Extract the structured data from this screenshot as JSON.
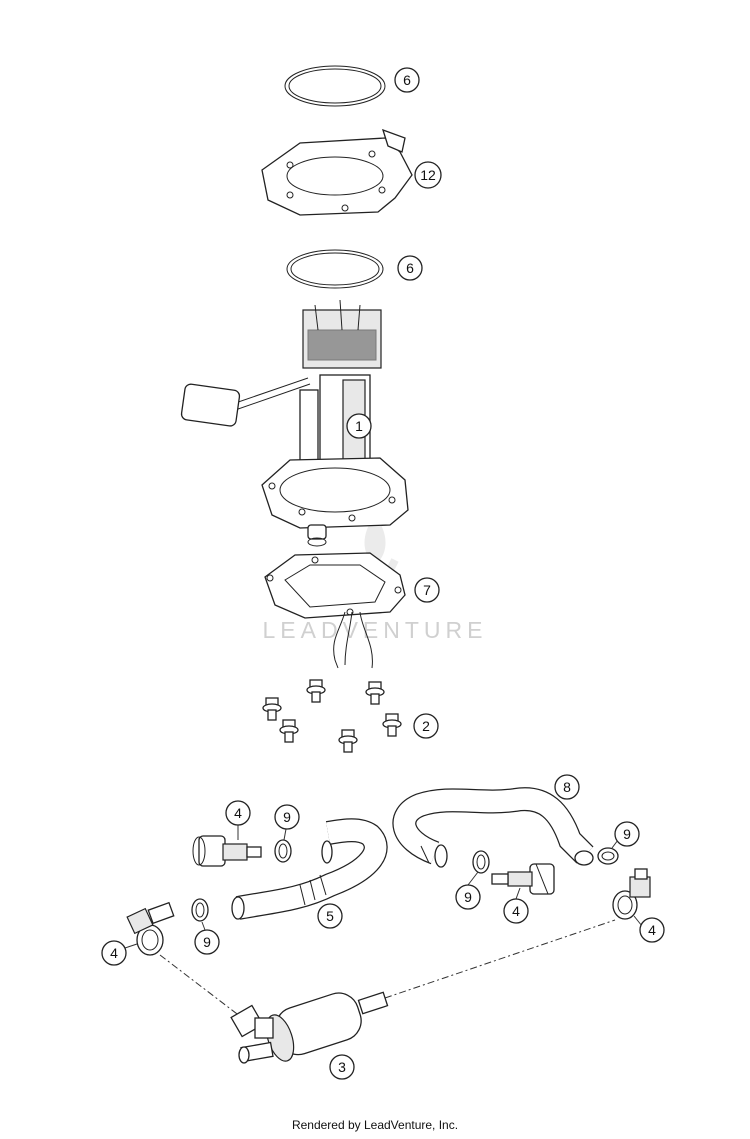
{
  "callouts": [
    {
      "id": "c6-top",
      "label": "6"
    },
    {
      "id": "c12",
      "label": "12"
    },
    {
      "id": "c6-mid",
      "label": "6"
    },
    {
      "id": "c1",
      "label": "1"
    },
    {
      "id": "c7",
      "label": "7"
    },
    {
      "id": "c2",
      "label": "2"
    },
    {
      "id": "c8",
      "label": "8"
    },
    {
      "id": "c4-a",
      "label": "4"
    },
    {
      "id": "c9-a",
      "label": "9"
    },
    {
      "id": "c9-b",
      "label": "9"
    },
    {
      "id": "c4-b",
      "label": "4"
    },
    {
      "id": "c9-c",
      "label": "9"
    },
    {
      "id": "c5",
      "label": "5"
    },
    {
      "id": "c4-c",
      "label": "4"
    },
    {
      "id": "c9-d",
      "label": "9"
    },
    {
      "id": "c4-d",
      "label": "4"
    },
    {
      "id": "c3",
      "label": "3"
    }
  ],
  "watermark": "LEADVENTURE",
  "footer": "Rendered by LeadVenture, Inc."
}
